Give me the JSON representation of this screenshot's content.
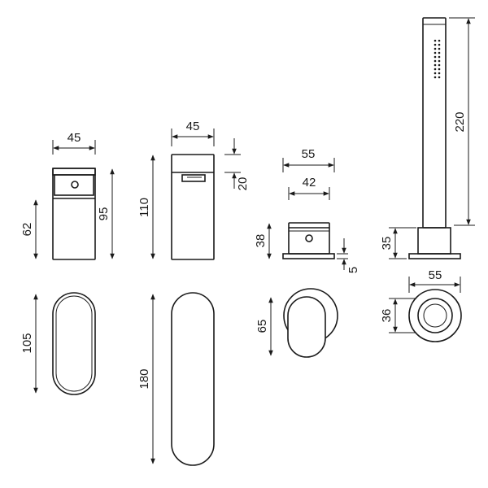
{
  "dimensions": {
    "mixer_small_width": "45",
    "mixer_small_body": "62",
    "mixer_small_total": "95",
    "mixer_tall_width": "45",
    "mixer_tall_height": "110",
    "mixer_tall_lever": "20",
    "diverter_width": "55",
    "diverter_inner": "42",
    "diverter_height": "38",
    "diverter_base": "5",
    "handset_height": "220",
    "handset_holder": "35",
    "handset_base_width": "55",
    "handset_ring": "36",
    "plate_small": "105",
    "plate_large": "180",
    "plate_round": "65"
  }
}
